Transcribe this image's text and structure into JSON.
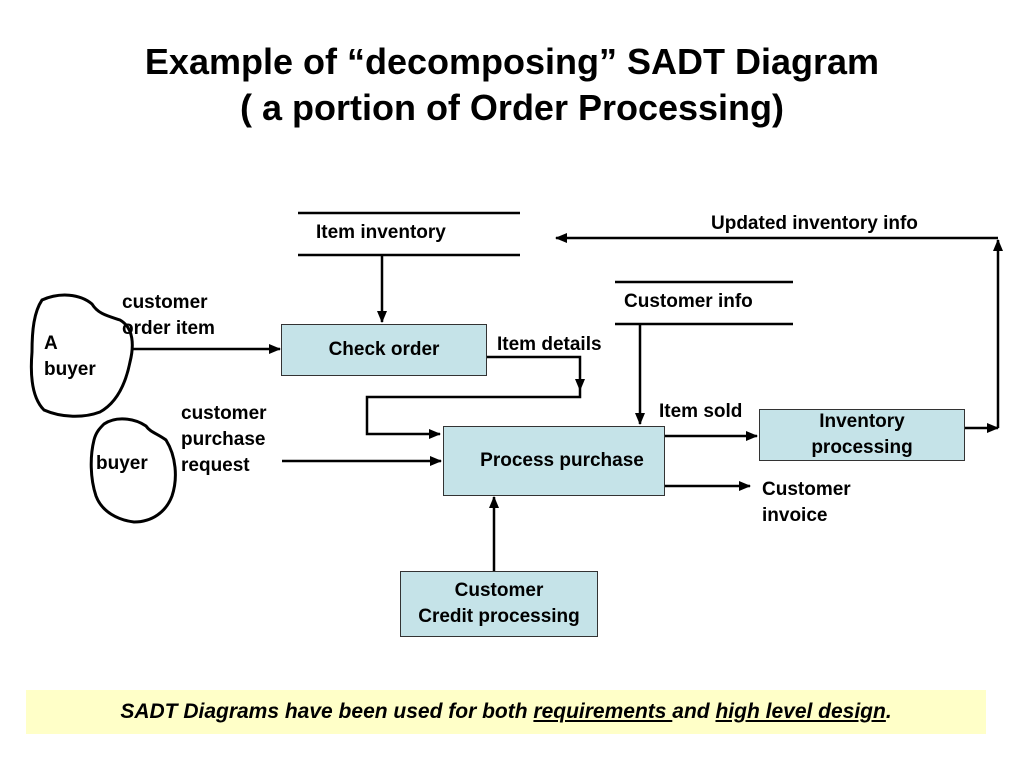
{
  "title": {
    "line1": "Example of “decomposing” SADT Diagram",
    "line2": "( a portion of Order Processing)"
  },
  "data_stores": {
    "item_inventory": "Item inventory",
    "customer_info": "Customer info"
  },
  "processes": {
    "check_order": "Check order",
    "process_purchase": "Process purchase",
    "inventory_processing_line1": "Inventory",
    "inventory_processing_line2": "processing",
    "credit_processing_line1": "Customer",
    "credit_processing_line2": "Credit processing"
  },
  "external_entities": {
    "a_buyer_line1": "A",
    "a_buyer_line2": "buyer",
    "buyer": "buyer"
  },
  "flows": {
    "customer_order_item_line1": "customer",
    "customer_order_item_line2": "order item",
    "item_details": "Item details",
    "customer_purchase_request_line1": "customer",
    "customer_purchase_request_line2": "purchase",
    "customer_purchase_request_line3": "request",
    "item_sold": "Item sold",
    "updated_inventory_info": "Updated inventory info",
    "customer_invoice_line1": "Customer",
    "customer_invoice_line2": "invoice"
  },
  "footer": {
    "prefix": "SADT Diagrams have been used for both ",
    "requirements": "requirements ",
    "and": "and ",
    "high_level_design": "high level design",
    "suffix": "."
  }
}
